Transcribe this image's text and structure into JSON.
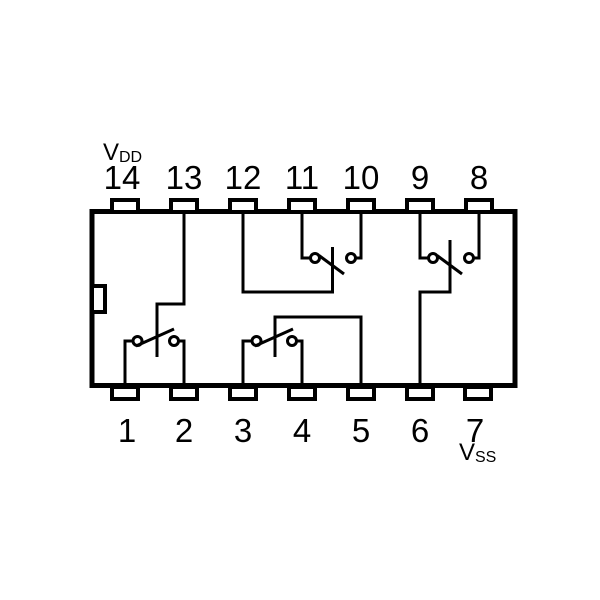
{
  "diagram": {
    "type": "ic-pinout-schematic",
    "package": "14-pin DIP",
    "top_pins": [
      "14",
      "13",
      "12",
      "11",
      "10",
      "9",
      "8"
    ],
    "bottom_pins": [
      "1",
      "2",
      "3",
      "4",
      "5",
      "6",
      "7"
    ],
    "power_labels": {
      "vdd_main": "V",
      "vdd_sub": "DD",
      "vss_main": "V",
      "vss_sub": "SS"
    },
    "switches": [
      {
        "terminals": [
          "1",
          "2"
        ],
        "control": "13"
      },
      {
        "terminals": [
          "3",
          "4"
        ],
        "control": "5"
      },
      {
        "terminals": [
          "11",
          "10"
        ],
        "control": "12"
      },
      {
        "terminals": [
          "8",
          "9"
        ],
        "control": "6"
      }
    ],
    "colors": {
      "line": "#000000",
      "background": "#ffffff"
    }
  }
}
